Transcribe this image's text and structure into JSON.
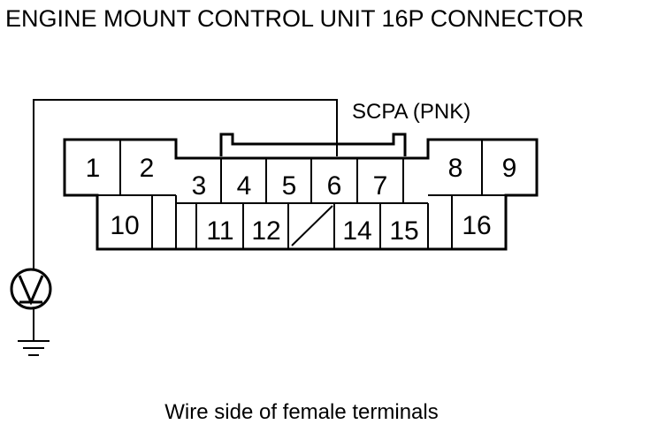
{
  "title": "ENGINE MOUNT CONTROL UNIT 16P CONNECTOR",
  "wire_label": "SCPA (PNK)",
  "caption": "Wire side of female terminals",
  "meter": {
    "icon": "voltmeter-icon",
    "symbol": "V"
  },
  "ground": {
    "icon": "ground-icon"
  },
  "terminals": [
    "1",
    "2",
    "3",
    "4",
    "5",
    "6",
    "7",
    "8",
    "9",
    "10",
    "11",
    "12",
    "14",
    "15",
    "16"
  ],
  "probe_terminal": "6"
}
